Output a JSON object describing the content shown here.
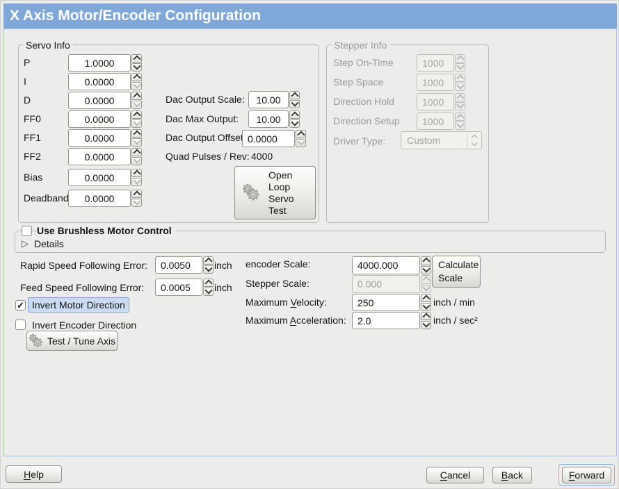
{
  "colors": {
    "accent": "#7fa8d9",
    "hl-bg": "#cbdcf2",
    "hl-border": "#84a6cc",
    "ring": "#8caed6"
  },
  "window": {
    "title": "X Axis Motor/Encoder Configuration"
  },
  "servo_info": {
    "legend": "Servo Info",
    "rows": [
      {
        "label": "P",
        "value": "1.0000"
      },
      {
        "label": "I",
        "value": "0.0000"
      },
      {
        "label": "D",
        "value": "0.0000"
      },
      {
        "label": "FF0",
        "value": "0.0000"
      },
      {
        "label": "FF1",
        "value": "0.0000"
      },
      {
        "label": "FF2",
        "value": "0.0000"
      },
      {
        "label": "Bias",
        "value": "0.0000"
      },
      {
        "label": "Deadband",
        "value": "0.0000"
      }
    ],
    "dac_output_scale": {
      "label": "Dac Output Scale:",
      "value": "10.00"
    },
    "dac_max_output": {
      "label": "Dac Max Output:",
      "value": "10.00"
    },
    "dac_output_offset": {
      "label": "Dac Output Offset:",
      "value": "0.0000"
    },
    "quad_pulses": {
      "label": "Quad Pulses / Rev:",
      "value": "4000"
    },
    "open_loop_button": "Open Loop Servo Test"
  },
  "stepper_info": {
    "legend": "Stepper Info",
    "rows": [
      {
        "label": "Step On-Time",
        "value": "1000"
      },
      {
        "label": "Step Space",
        "value": "1000"
      },
      {
        "label": "Direction Hold",
        "value": "1000"
      },
      {
        "label": "Direction Setup",
        "value": "1000"
      }
    ],
    "driver_type": {
      "label": "Driver Type:",
      "value": "Custom"
    }
  },
  "brushless": {
    "title": "Use Brushless Motor Control",
    "details": "Details",
    "expander_arrow": "▷"
  },
  "following_error": {
    "rapid": {
      "label": "Rapid Speed Following Error:",
      "value": "0.0050",
      "unit": "inch"
    },
    "feed": {
      "label": "Feed Speed Following Error:",
      "value": "0.0005",
      "unit": "inch"
    }
  },
  "scales": {
    "encoder": {
      "label": "encoder Scale:",
      "value": "4000.000"
    },
    "stepper": {
      "label": "Stepper Scale:",
      "value": "0.000"
    },
    "calculate_button": {
      "line1": "Calculate",
      "line2": "Scale"
    },
    "velocity": {
      "pre": "Maximum ",
      "mn": "V",
      "post": "elocity:",
      "value": "250",
      "unit": "inch / min"
    },
    "acceleration": {
      "pre": "Maximum ",
      "mn": "A",
      "post": "cceleration:",
      "value": "2.0",
      "unit": "inch / sec²"
    }
  },
  "options": {
    "invert_motor": "Invert Motor Direction",
    "invert_motor_checked": "✓",
    "invert_encoder": "Invert Encoder Direction",
    "test_tune_button": "Test / Tune Axis"
  },
  "footer": {
    "help": {
      "mn": "H",
      "post": "elp"
    },
    "cancel": {
      "mn": "C",
      "post": "ancel"
    },
    "back": {
      "mn": "B",
      "post": "ack"
    },
    "forward": {
      "mn": "F",
      "post": "orward"
    }
  }
}
